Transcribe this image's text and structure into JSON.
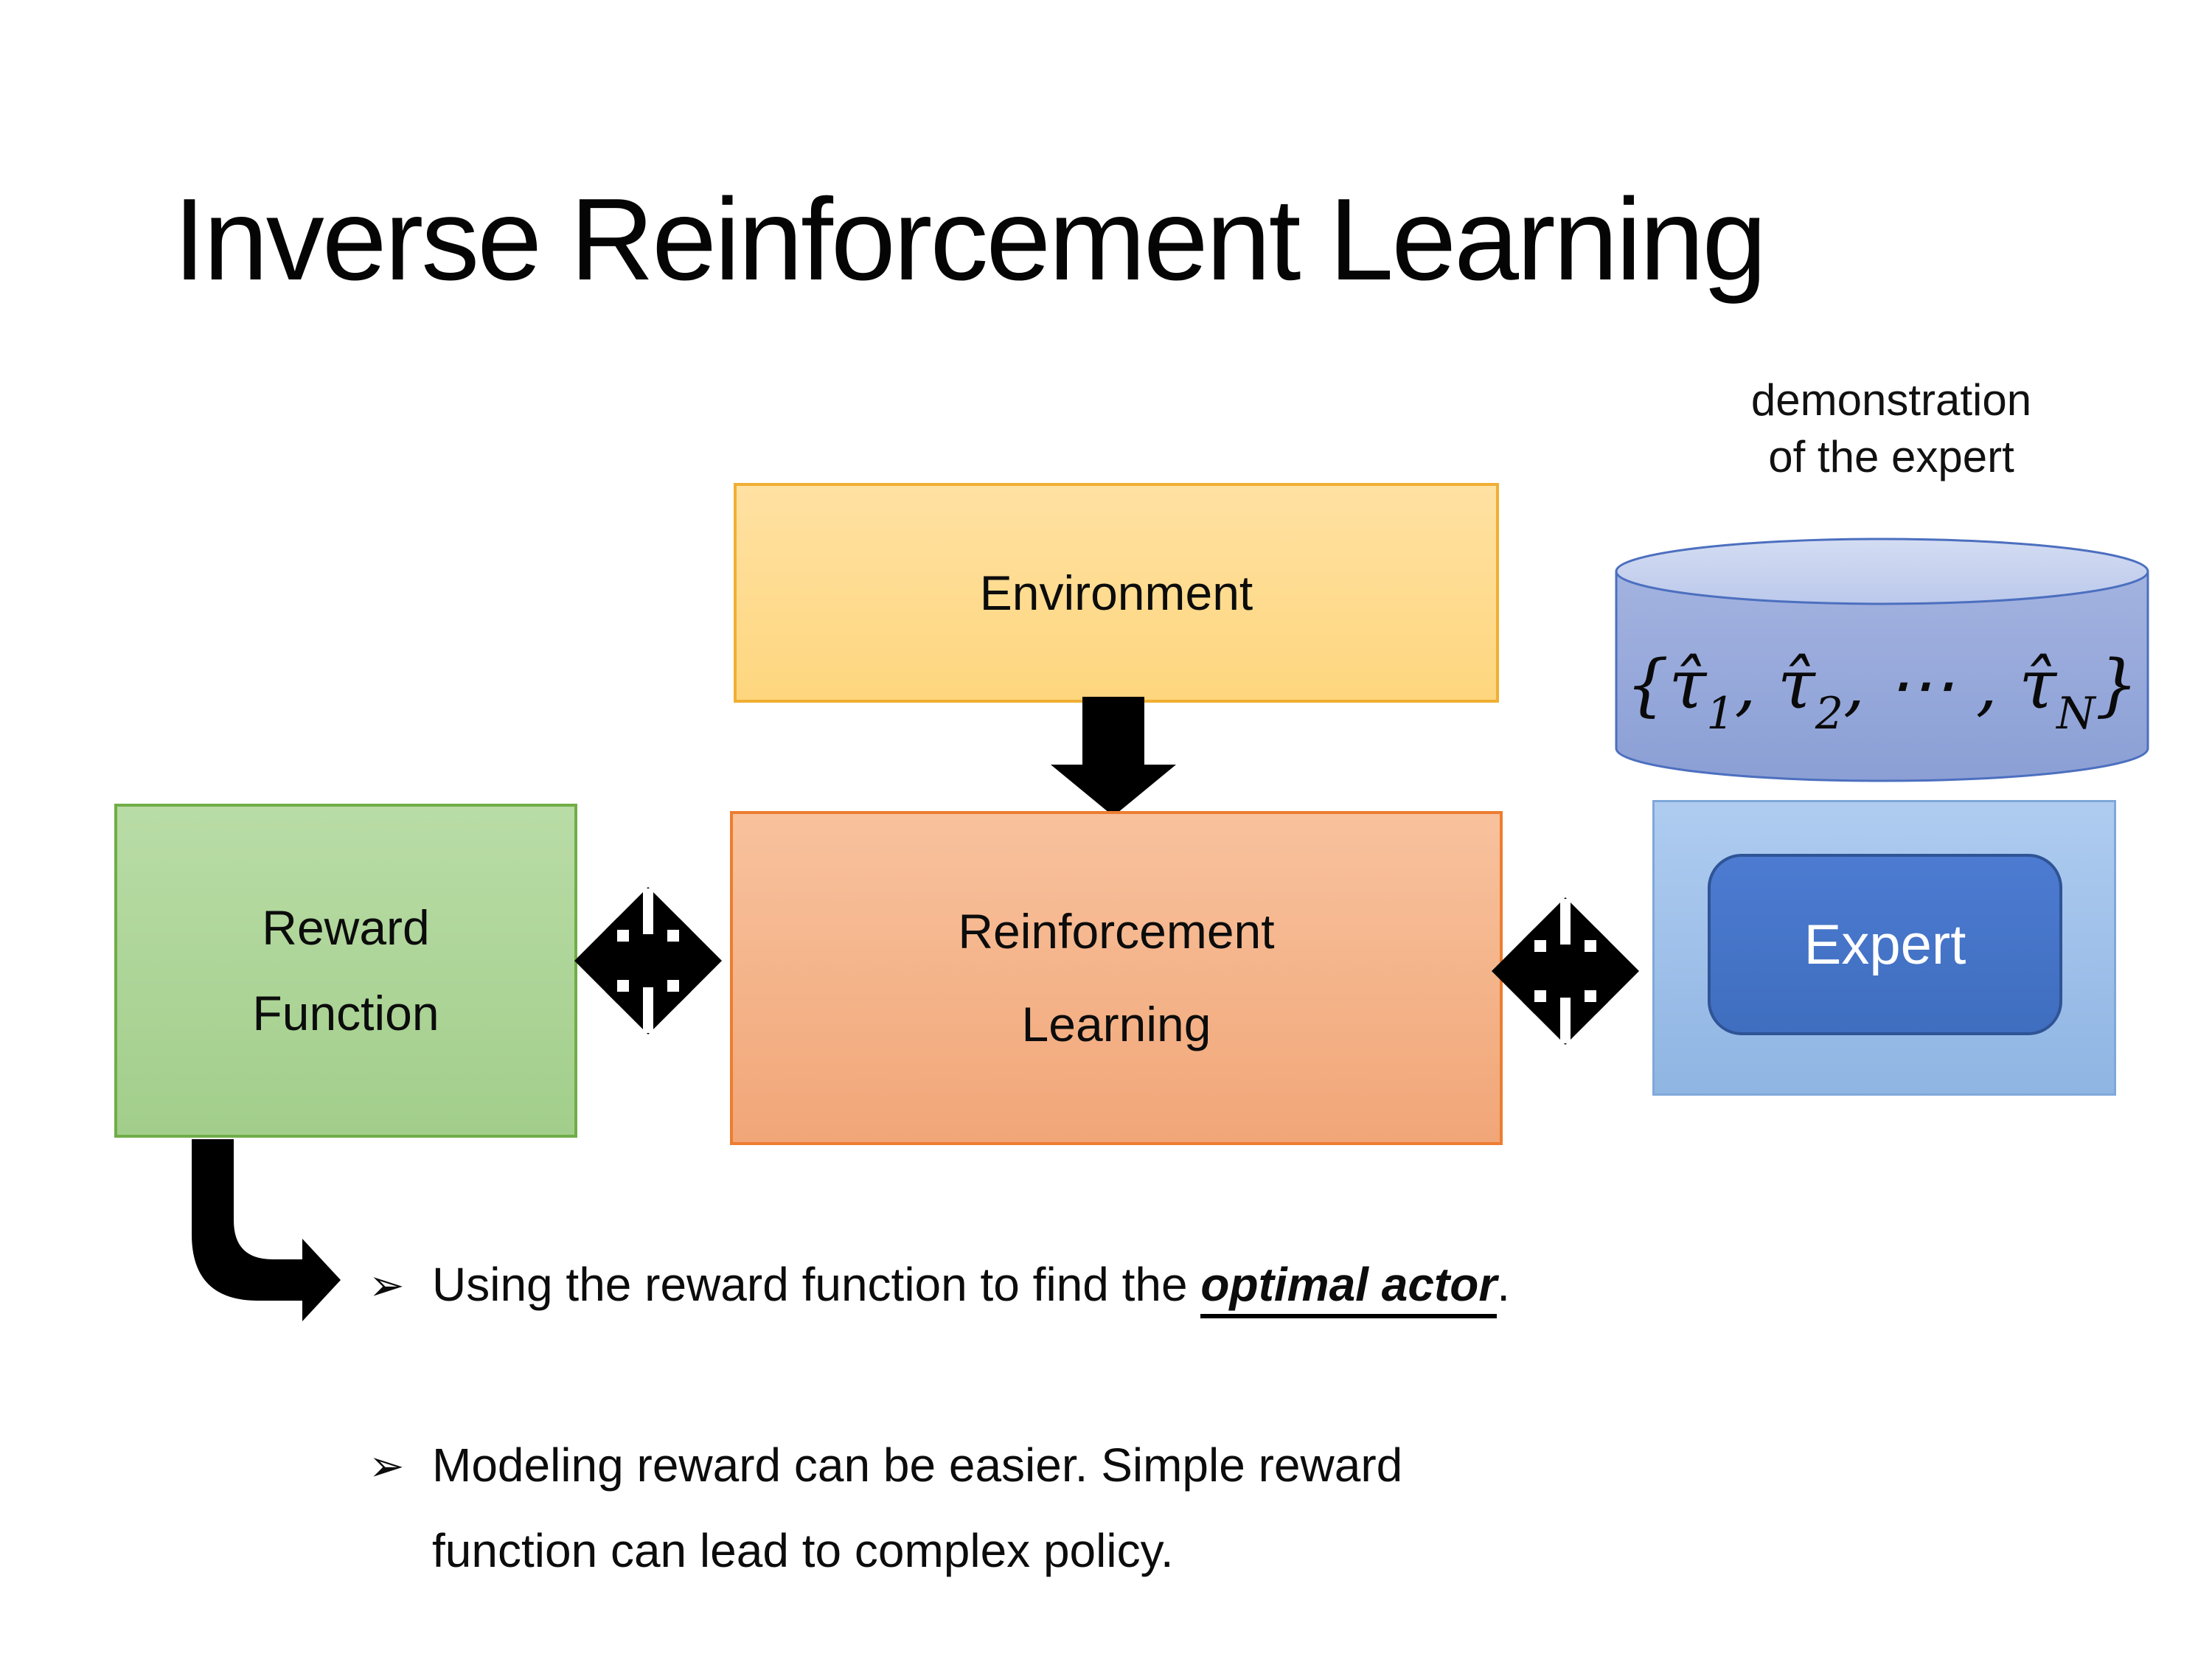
{
  "title": "Inverse Reinforcement Learning",
  "demo_label": {
    "line1": "demonstration",
    "line2": "of the expert"
  },
  "boxes": {
    "environment": {
      "label": "Environment"
    },
    "reward": {
      "line1": "Reward",
      "line2": "Function"
    },
    "rl": {
      "line1": "Reinforcement",
      "line2": "Learning"
    },
    "expert": {
      "label": "Expert"
    }
  },
  "formula": {
    "parts": [
      "{τ̂",
      "1",
      ", τ̂",
      "2",
      ", ⋯ , τ̂",
      "N",
      "}"
    ]
  },
  "bullet_marker": "➢",
  "bullets": [
    {
      "pre": "Using the reward function to find the ",
      "em": "optimal actor",
      "post": "."
    },
    {
      "line1": "Modeling reward can be easier. Simple reward",
      "line2": "function can lead to complex policy."
    }
  ],
  "palette": {
    "environment_fill_top": "#FFE1A2",
    "environment_fill_bottom": "#FED67E",
    "environment_border": "#F0AF33",
    "reward_fill": "#AED1A4",
    "reward_border": "#70AD47",
    "rl_fill": "#F6B794",
    "rl_border": "#ED7D31",
    "expert_container_fill": "#9DBFE9",
    "expert_box_fill": "#4472C4",
    "expert_box_border": "#2F5496",
    "cylinder_body": "#8FA5D9",
    "cylinder_top": "#C9D4EF",
    "cylinder_border": "#4C6FBF",
    "arrow_color": "#000000",
    "text_color": "#0c0c0c"
  }
}
